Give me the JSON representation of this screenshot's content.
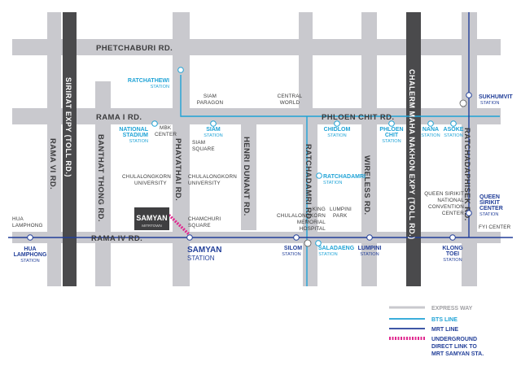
{
  "roads": {
    "phetchaburi": "PHETCHABURI RD.",
    "rama1": "RAMA I RD.",
    "phloen_chit": "PHLOEN CHIT RD.",
    "rama4": "RAMA IV RD.",
    "rama6": "RAMA VI RD.",
    "banthat_thong": "BANTHAT THONG RD.",
    "phayathai": "PHAYATHAI RD.",
    "henri_dunant": "HENRI DUNANT RD.",
    "ratchadamri": "RATCHADAMRI RD.",
    "wireless": "WIRELESS RD.",
    "ratchadaphisek": "RATCHADAPHISEK RD."
  },
  "expressways": {
    "sirirat": "SIRIRAT EXPY (TOLL RD.)",
    "chalerm": "CHALERM MAHA NAKHON EXPY (TOLL RD.)"
  },
  "landmarks": {
    "siam_paragon": [
      "SIAM",
      "PARAGON"
    ],
    "central_world": [
      "CENTRAL",
      "WORLD"
    ],
    "mbk": [
      "MBK",
      "CENTER"
    ],
    "siam_square": [
      "SIAM",
      "SQUARE"
    ],
    "chula_left": [
      "CHULALONGKORN",
      "UNIVERSITY"
    ],
    "chula_right": [
      "CHULALONGKORN",
      "UNIVERSITY"
    ],
    "hospital": [
      "KING",
      "CHULALONGKORN",
      "MEMORIAL",
      "HOSPITAL"
    ],
    "lumpini_park": [
      "LUMPINI",
      "PARK"
    ],
    "qsncc": [
      "QUEEN SIRIKIT",
      "NATIONAL",
      "CONVENTION",
      "CENTER"
    ],
    "chamchuri": [
      "CHAMCHURI",
      "SQUARE"
    ],
    "hua_lamphong_lm": [
      "HUA",
      "LAMPHONG"
    ],
    "fyi": "FYI CENTER"
  },
  "samyan_building": {
    "name": "SAMYAN",
    "sub": "MITRTOWN"
  },
  "samyan_station": {
    "name": "SAMYAN",
    "sub": "STATION"
  },
  "stations": {
    "sub": "STATION",
    "ratchathewi": "RATCHATHEWI",
    "national_stadium": [
      "NATIONAL",
      "STADIUM"
    ],
    "siam": "SIAM",
    "chidlom": "CHIDLOM",
    "phloen_chit": [
      "PHLOEN",
      "CHIT"
    ],
    "nana": "NANA",
    "asoke": "ASOKE",
    "sukhumvit": "SUKHUMVIT",
    "ratchadamri": "RATCHADAMRI",
    "queen_sirikit": [
      "QUEEN",
      "SIRIKIT",
      "CENTER"
    ],
    "hua_lamphong": [
      "HUA",
      "LAMPHONG"
    ],
    "silom": "SILOM",
    "saladaeng": "SALADAENG",
    "lumpini": "LUMPINI",
    "klong_toei": [
      "KLONG",
      "TOEI"
    ]
  },
  "legend": {
    "express_way": "EXPRESS WAY",
    "bts_line": "BTS LINE",
    "mrt_line": "MRT LINE",
    "underground": [
      "UNDERGROUND",
      "DIRECT LINK TO",
      "MRT SAMYAN STA."
    ]
  },
  "colors": {
    "road": "#c9c9ce",
    "expressway": "#4a4a4c",
    "bts": "#1fa3d6",
    "mrt": "#223f99",
    "underground_link": "#e0288f",
    "building": "#3f3f41"
  }
}
